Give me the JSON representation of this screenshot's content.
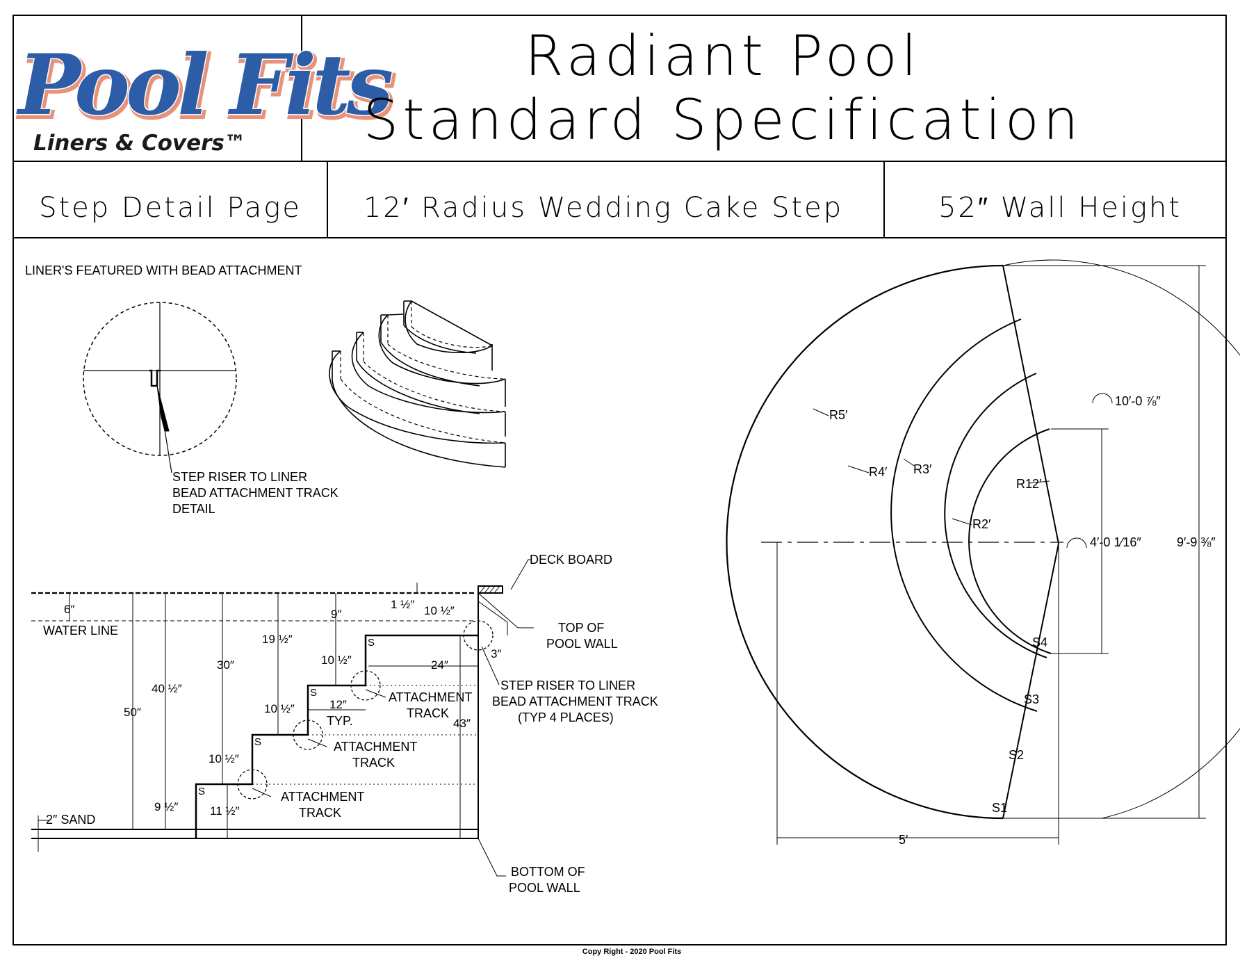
{
  "logo": {
    "brand": "Pool Fits",
    "tagline": "Liners & Covers™"
  },
  "title": {
    "line1": "Radiant Pool",
    "line2": "Standard Specification"
  },
  "header": {
    "cell1": "Step Detail Page",
    "cell2": "12′ Radius Wedding Cake Step",
    "cell3": "52″ Wall Height"
  },
  "note": "LINER'S FEATURED WITH BEAD ATTACHMENT",
  "detail_callout": [
    "STEP RISER TO LINER",
    "BEAD ATTACHMENT TRACK",
    "DETAIL"
  ],
  "section": {
    "deck_board": "DECK BOARD",
    "top_of_wall": [
      "TOP OF",
      "POOL WALL"
    ],
    "bottom_of_wall": [
      "BOTTOM OF",
      "POOL WALL"
    ],
    "water_line": "WATER LINE",
    "sand": "2″ SAND",
    "riser_callout": [
      "STEP RISER TO LINER",
      "BEAD ATTACHMENT TRACK",
      "(TYP 4 PLACES)"
    ],
    "attachment_track": [
      "ATTACHMENT",
      "TRACK"
    ],
    "step_marker": "S",
    "typ": "TYP.",
    "dims": {
      "six": "6″",
      "nine_a": "9″",
      "nineteen": "19 ½″",
      "thirty": "30″",
      "forty": "40 ½″",
      "fifty": "50″",
      "one_half": "1 ½″",
      "ten_half_top": "10 ½″",
      "ten_half_s4": "10 ½″",
      "ten_half_s3": "10 ½″",
      "ten_half_s2": "10 ½″",
      "nine_half": "9 ½″",
      "eleven_half": "11 ½″",
      "twentyfour": "24″",
      "twelve": "12″",
      "fortythree": "43″",
      "three": "3″"
    }
  },
  "plan": {
    "radii": [
      "R5′",
      "R4′",
      "R3′",
      "R2′",
      "R12′"
    ],
    "steps": [
      "S1",
      "S2",
      "S3",
      "S4"
    ],
    "arc_long": "10′-0 ⅞″",
    "arc_short": "4′-0 1⁄16″",
    "chord": "9′-9 ⅜″",
    "depth": "5′"
  },
  "footer": "Copy Right - 2020 Pool Fits"
}
